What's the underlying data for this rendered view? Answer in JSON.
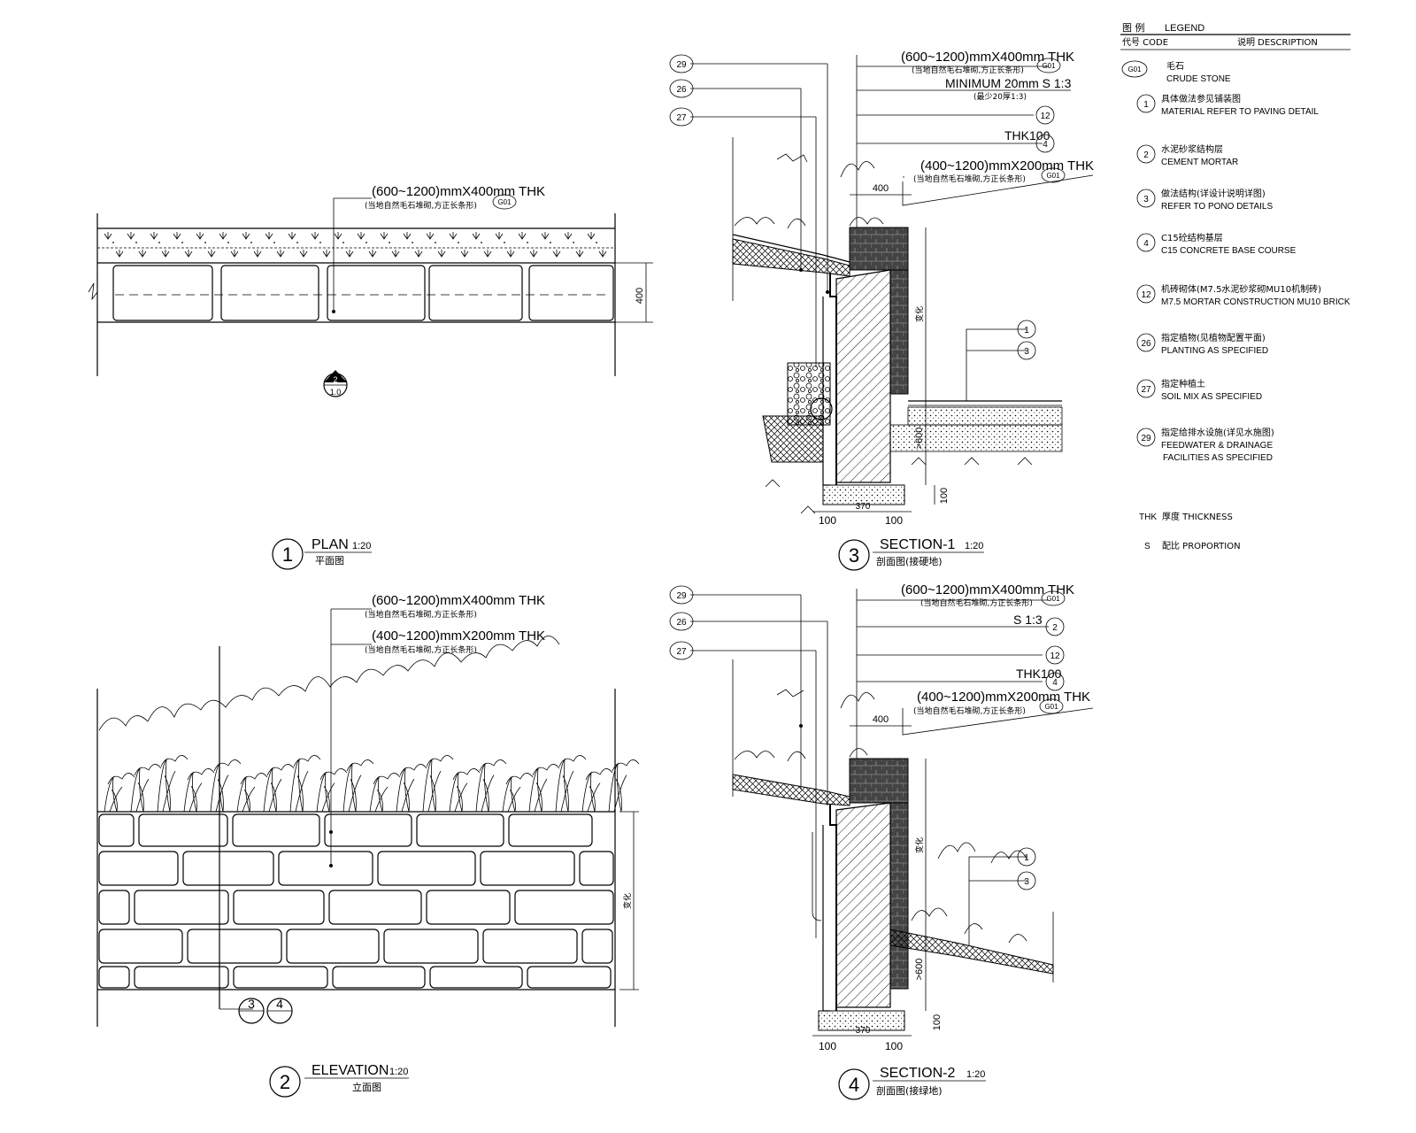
{
  "notes": {
    "plan_spec": "(600~1200)mmX400mm THK",
    "plan_spec_cn": "(当地自然毛石堆砌,方正长条形)",
    "plan_code": "G01",
    "plan_dim": "400",
    "plan_marker_top": "2",
    "plan_marker_bottom": "1.0",
    "s1_spec_top": "(600~1200)mmX400mm THK",
    "s1_spec_top_cn": "(当地自然毛石堆砌,方正长条形)",
    "s1_min": "MINIMUM 20mm S 1:3",
    "s1_min_cn": "(最少20厚1:3)",
    "s1_thk": "THK100",
    "s1_spec_bot": "(400~1200)mmX200mm THK",
    "s1_spec_bot_cn": "(当地自然毛石堆砌,方正长条形)",
    "s1_dim_400": "400",
    "s1_dim_370": "370",
    "s1_dim_100a": "100",
    "s1_dim_100b": "100",
    "s1_dim_100v": "100",
    "s1_dim_h": ">600",
    "s1_varies": "变化",
    "s2_spec_top": "(600~1200)mmX400mm THK",
    "s2_spec_top_cn": "(当地自然毛石堆砌,方正长条形)",
    "s2_s13": "S 1:3",
    "s2_thk": "THK100",
    "s2_spec_bot": "(400~1200)mmX200mm THK",
    "s2_spec_bot_cn": "(当地自然毛石堆砌,方正长条形)",
    "s2_dim_400": "400",
    "s2_dim_370": "370",
    "s2_dim_100a": "100",
    "s2_dim_100b": "100",
    "s2_dim_100v": "100",
    "s2_dim_h": ">600",
    "s2_varies": "变化",
    "elev_spec_1": "(600~1200)mmX400mm THK",
    "elev_spec_1_cn": "(当地自然毛石堆砌,方正长条形)",
    "elev_spec_2": "(400~1200)mmX200mm THK",
    "elev_spec_2_cn": "(当地自然毛石堆砌,方正长条形)",
    "elev_varies": "变化",
    "elev_marker_3": "3",
    "elev_marker_4": "4"
  },
  "callouts": [
    "29",
    "26",
    "27",
    "12",
    "2",
    "1",
    "3"
  ],
  "titles": [
    {
      "num": "1",
      "name": "PLAN",
      "scale": "1:20",
      "cn": "平面图"
    },
    {
      "num": "2",
      "name": "ELEVATION",
      "scale": "1:20",
      "cn": "立面图"
    },
    {
      "num": "3",
      "name": "SECTION-1",
      "scale": "1:20",
      "cn": "剖面图(接硬地)"
    },
    {
      "num": "4",
      "name": "SECTION-2",
      "scale": "1:20",
      "cn": "剖面图(接绿地)"
    }
  ],
  "legend": {
    "title_cn": "图 例",
    "title_en": "LEGEND",
    "col_code": "代号 CODE",
    "col_desc": "说明 DESCRIPTION",
    "items": [
      {
        "code": "G01",
        "cn": "毛石",
        "en": "CRUDE STONE",
        "en2": ""
      },
      {
        "code": "1",
        "cn": "具体做法参见铺装图",
        "en": "MATERIAL REFER TO PAVING DETAIL",
        "en2": ""
      },
      {
        "code": "2",
        "cn": "水泥砂浆结构层",
        "en": "CEMENT MORTAR",
        "en2": ""
      },
      {
        "code": "3",
        "cn": "做法结构(详设计说明详图)",
        "en": "REFER TO PONO DETAILS",
        "en2": ""
      },
      {
        "code": "4",
        "cn": "C15砼结构基层",
        "en": "C15 CONCRETE BASE COURSE",
        "en2": ""
      },
      {
        "code": "12",
        "cn": "机砖砌体(M7.5水泥砂浆砌MU10机制砖)",
        "en": "M7.5 MORTAR CONSTRUCTION MU10 BRICK",
        "en2": ""
      },
      {
        "code": "26",
        "cn": "指定植物(见植物配置平面)",
        "en": "PLANTING AS SPECIFIED",
        "en2": ""
      },
      {
        "code": "27",
        "cn": "指定种植土",
        "en": "SOIL MIX AS SPECIFIED",
        "en2": ""
      },
      {
        "code": "29",
        "cn": "指定给排水设施(详见水施图)",
        "en": "FEEDWATER & DRAINAGE",
        "en2": "FACILITIES AS SPECIFIED"
      }
    ],
    "thk_code": "THK",
    "thk_desc": "厚度 THICKNESS",
    "s_code": "S",
    "s_desc": "配比 PROPORTION"
  }
}
